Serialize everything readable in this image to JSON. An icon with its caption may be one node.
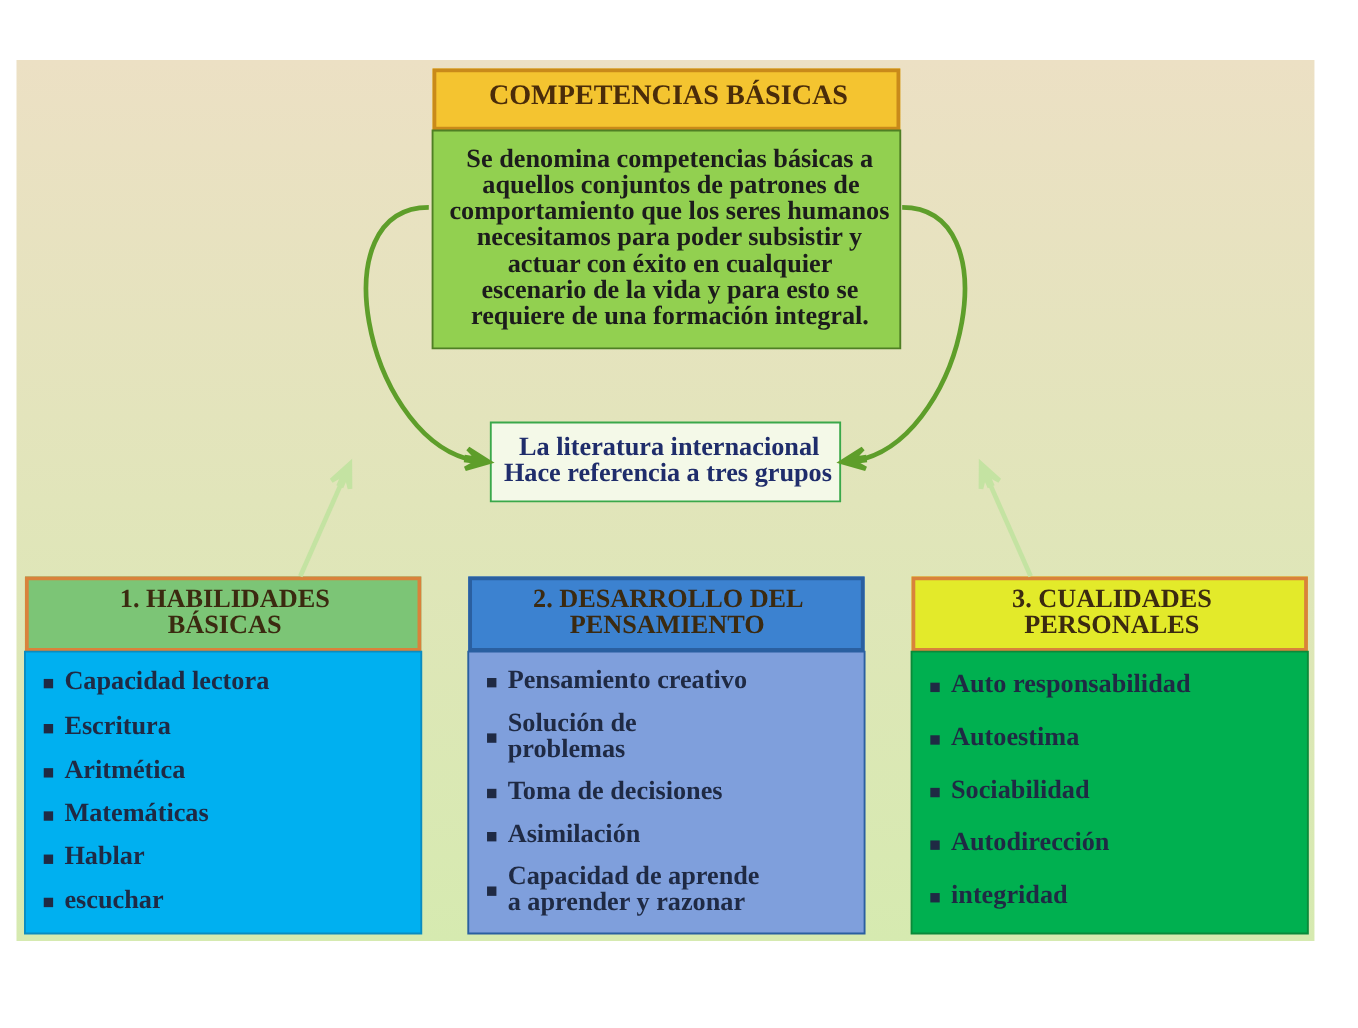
{
  "diagram": {
    "nodes": [
      {
        "text": [
          "COMPETENCIAS BÁSICAS",
          "Se denomina competencias básicas a aquellos conjuntos de patrones de comportamiento que los seres humanos necesitamos para poder subsistir y actuar con éxito en cualquier escenario de la vida y para esto se requiere de una formación integral."
        ]
      },
      {
        "text": [
          "La literatura internacional Hace referencia a tres grupos"
        ]
      },
      {
        "text": [
          "1. HABILIDADES BÁSICAS",
          "Capacidad lectora",
          "Escritura",
          "Aritmética",
          "Matemáticas",
          "Hablar",
          "escuchar"
        ]
      },
      {
        "text": [
          "2. DESARROLLO DEL PENSAMIENTO",
          "Pensamiento creativo",
          "Solución de problemas",
          "Toma de decisiones",
          "Asimilación",
          "Capacidad de aprende a aprender y razonar"
        ]
      },
      {
        "text": [
          "3. CUALIDADES PERSONALES",
          "Auto responsabilidad",
          "Autoestima",
          "Sociabilidad",
          "Autodirección",
          "integridad"
        ]
      }
    ],
    "edges": [
      {
        "from": 0,
        "to": 1,
        "arrow": "to"
      },
      {
        "from": 0,
        "to": 1,
        "arrow": "to"
      },
      {
        "from": 2,
        "to": null,
        "arrow": "to",
        "color": "#c4e3a2"
      },
      {
        "from": 4,
        "to": null,
        "arrow": "to",
        "color": "#c4e3a2"
      }
    ]
  }
}
